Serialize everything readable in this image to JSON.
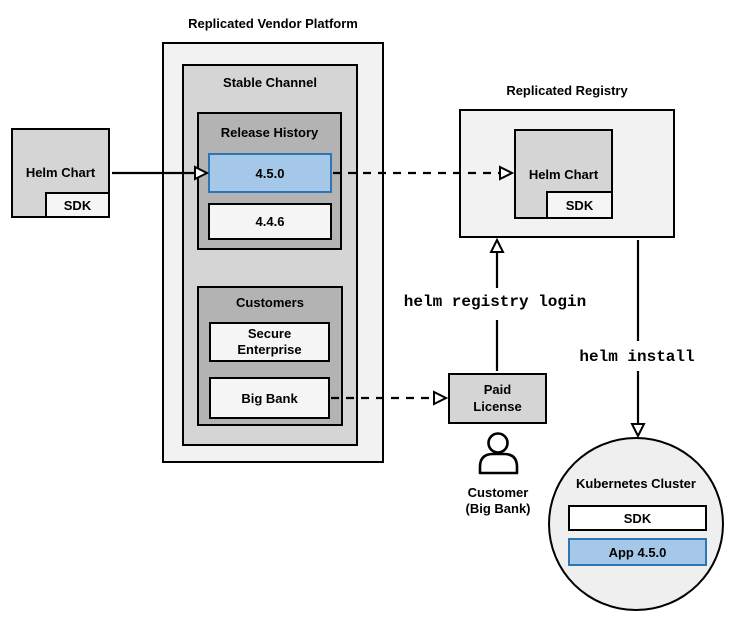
{
  "titles": {
    "vendor_platform": "Replicated Vendor Platform",
    "registry": "Replicated Registry"
  },
  "vendor_platform": {
    "stable_channel": {
      "label": "Stable Channel",
      "release_history": {
        "label": "Release History",
        "releases": [
          {
            "version": "4.5.0",
            "highlight": true
          },
          {
            "version": "4.4.6",
            "highlight": false
          }
        ]
      },
      "customers": {
        "label": "Customers",
        "items": [
          "Secure Enterprise",
          "Big Bank"
        ]
      }
    }
  },
  "vendor_helm_chart": {
    "label": "Helm Chart",
    "sdk": "SDK"
  },
  "registry": {
    "helm_chart": {
      "label": "Helm Chart",
      "sdk": "SDK"
    }
  },
  "paid_license": {
    "lines": [
      "Paid",
      "License"
    ]
  },
  "customer_caption": {
    "lines": [
      "Customer",
      "(Big Bank)"
    ]
  },
  "kubernetes_cluster": {
    "label": "Kubernetes Cluster",
    "sdk": "SDK",
    "app": "App 4.5.0"
  },
  "commands": {
    "registry_login": "helm registry login",
    "install": "helm install"
  },
  "colors": {
    "container_fill": "#f2f2f2",
    "channel_fill": "#d5d5d5",
    "group_fill": "#b3b3b3",
    "item_fill": "#f5f5f5",
    "cluster_fill": "#efefef",
    "highlight_fill": "#a6c8e8",
    "highlight_border": "#2e75b6",
    "highlight_text": "#20538f",
    "line_color": "#000000"
  }
}
